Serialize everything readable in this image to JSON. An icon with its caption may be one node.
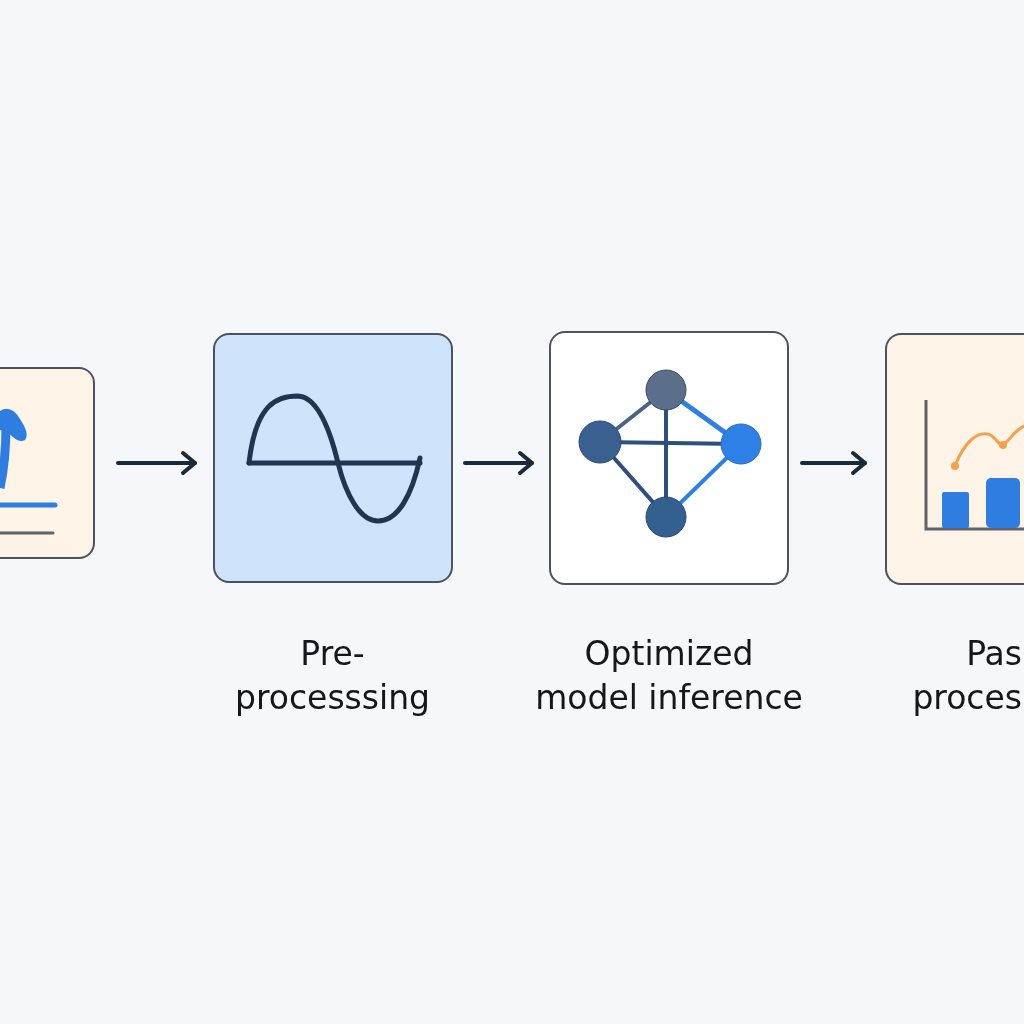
{
  "diagram": {
    "nodes": [
      {
        "text": [],
        "shape": "box"
      },
      {
        "text": [
          "Pre- processsing"
        ]
      },
      {
        "text": [
          "Optimized model inference"
        ]
      },
      {
        "text": [
          "Pas proces"
        ]
      }
    ],
    "edges": [
      {
        "from": 0,
        "to": 1,
        "arrow": "to"
      },
      {
        "from": 1,
        "to": 2,
        "arrow": "to"
      },
      {
        "from": 2,
        "to": 3,
        "arrow": "to"
      }
    ]
  }
}
